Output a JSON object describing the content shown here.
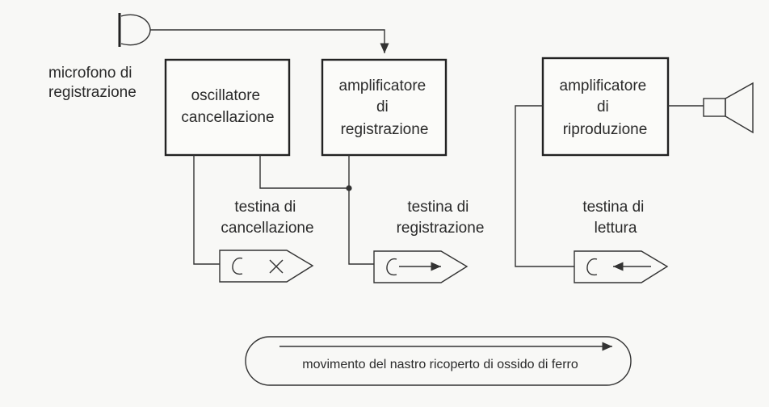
{
  "microphone": {
    "label_lines": [
      "microfono di",
      "registrazione"
    ]
  },
  "boxes": {
    "oscillator": [
      "oscillatore",
      "cancellazione"
    ],
    "record_amp": [
      "amplificatore",
      "di",
      "registrazione"
    ],
    "playback_amp": [
      "amplificatore",
      "di",
      "riproduzione"
    ]
  },
  "heads": {
    "erase": {
      "label_lines": [
        "testina di",
        "cancellazione"
      ],
      "symbol": "C ×"
    },
    "record": {
      "label_lines": [
        "testina di",
        "registrazione"
      ],
      "symbol": "C →"
    },
    "read": {
      "label_lines": [
        "testina di",
        "lettura"
      ],
      "symbol": "C ←"
    }
  },
  "tape": {
    "caption": "movimento del nastro ricoperto di ossido di ferro"
  },
  "icons": {
    "microphone": "microphone-icon",
    "speaker": "speaker-icon"
  }
}
